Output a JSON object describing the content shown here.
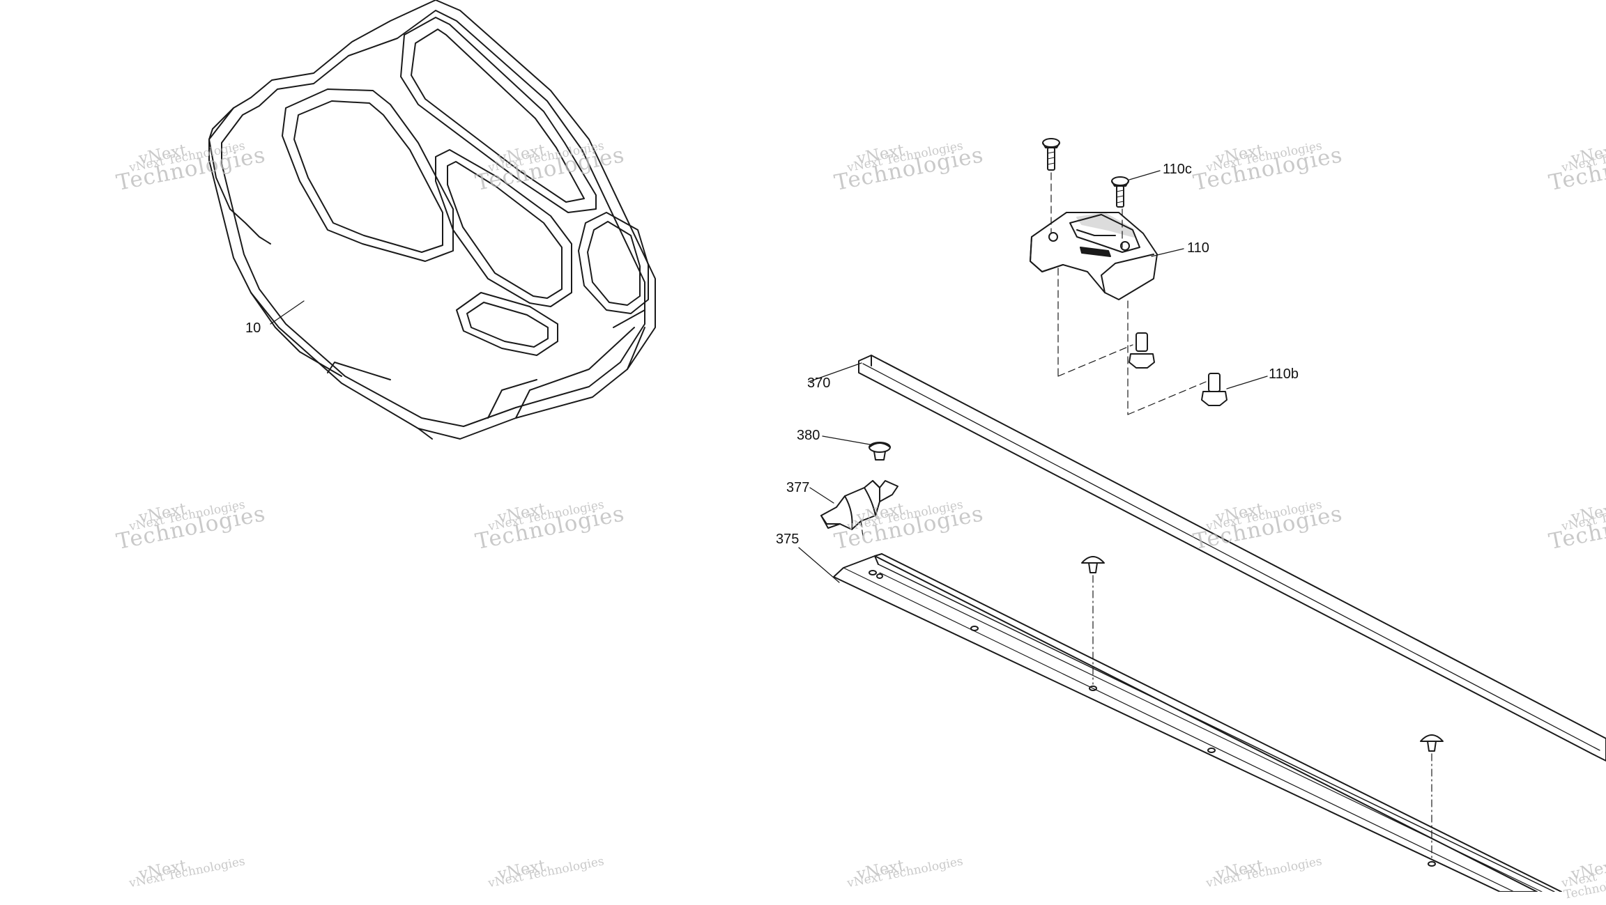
{
  "callouts": {
    "c10": "10",
    "c110c": "110c",
    "c110": "110",
    "c110b": "110b",
    "c370": "370",
    "c380": "380",
    "c377": "377",
    "c375": "375"
  },
  "watermark": {
    "line1": "vNext",
    "line2": "vNext Technologies",
    "line3": "Technologies"
  }
}
